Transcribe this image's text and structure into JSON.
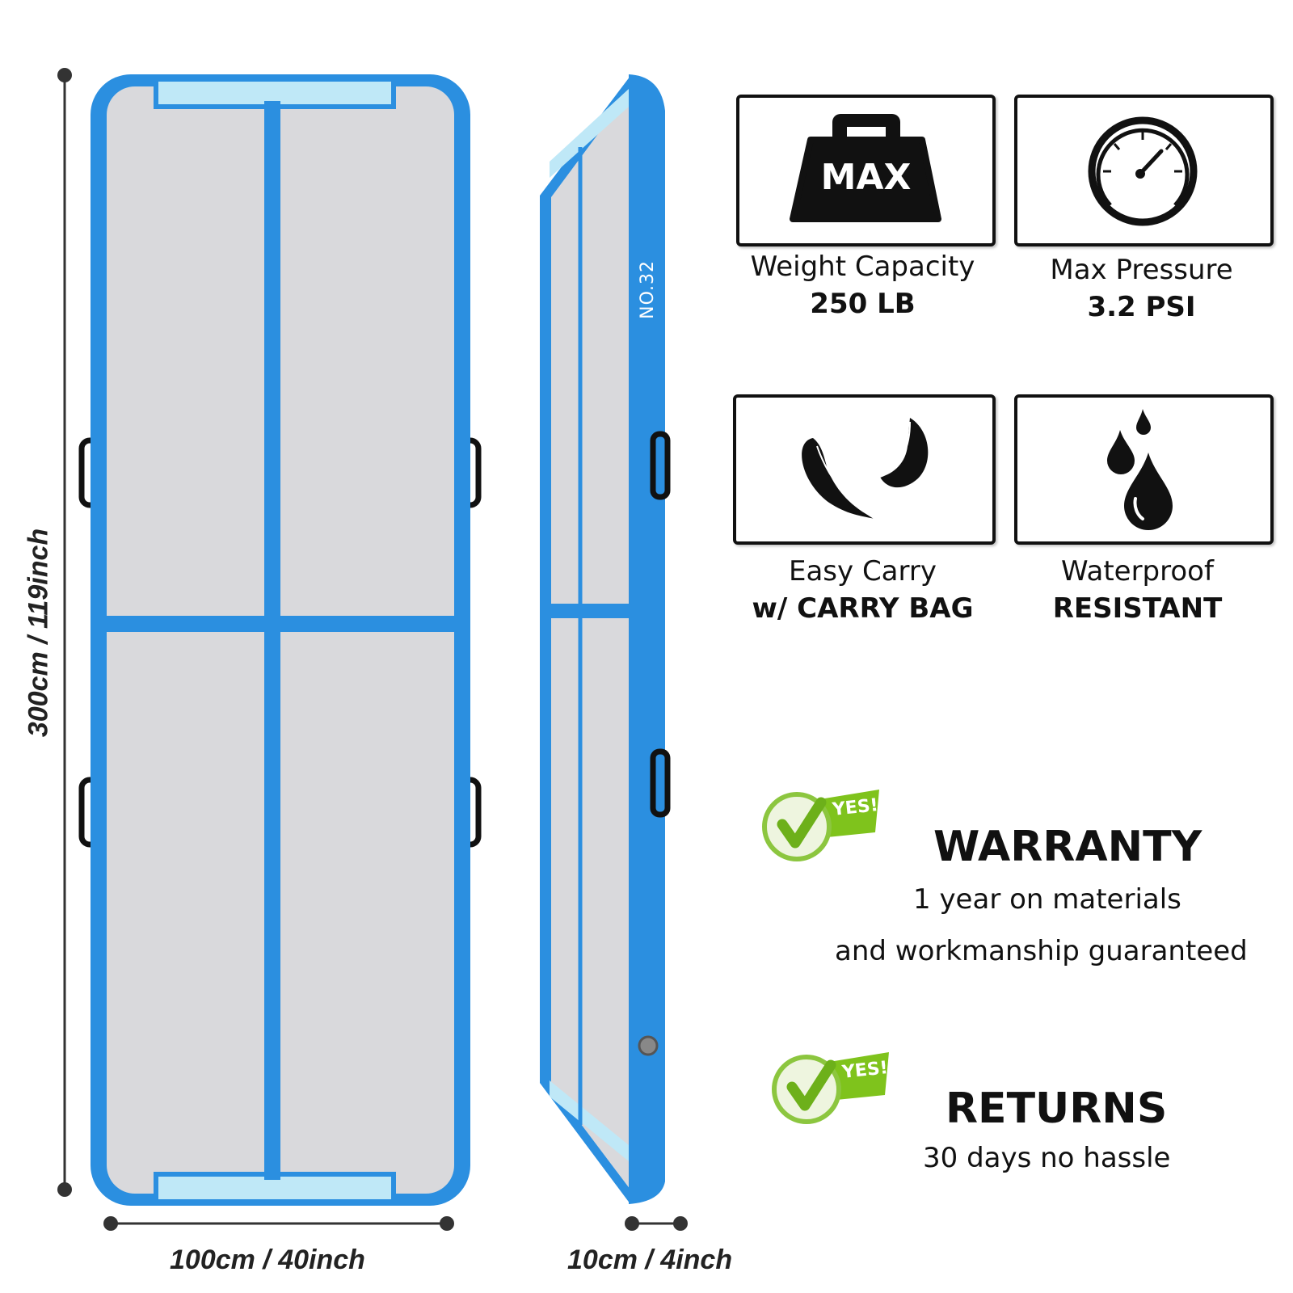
{
  "colors": {
    "mat_blue": "#2b8fe0",
    "mat_surface": "#d9d9dc",
    "accent_light": "#bfe8f7",
    "check_green": "#7fc31c",
    "text": "#111111"
  },
  "dimensions": {
    "height_label": "300cm / 119inch",
    "width_label": "100cm / 40inch",
    "thickness_label": "10cm / 4inch"
  },
  "mat": {
    "side_print": "NO.32"
  },
  "features": [
    {
      "icon": "weight-max-icon",
      "icon_text": "MAX",
      "line1": "Weight Capacity",
      "line2": "250 LB"
    },
    {
      "icon": "pressure-gauge-icon",
      "line1": "Max Pressure",
      "line2": "3.2 PSI"
    },
    {
      "icon": "feather-icon",
      "line1": "Easy Carry",
      "line2": "w/ CARRY BAG"
    },
    {
      "icon": "water-drops-icon",
      "line1": "Waterproof",
      "line2": "RESISTANT"
    }
  ],
  "promos": [
    {
      "badge": "YES!",
      "title": "WARRANTY",
      "lines": [
        "1 year on materials",
        "and workmanship guaranteed"
      ]
    },
    {
      "badge": "YES!",
      "title": "RETURNS",
      "lines": [
        "30 days no hassle"
      ]
    }
  ]
}
